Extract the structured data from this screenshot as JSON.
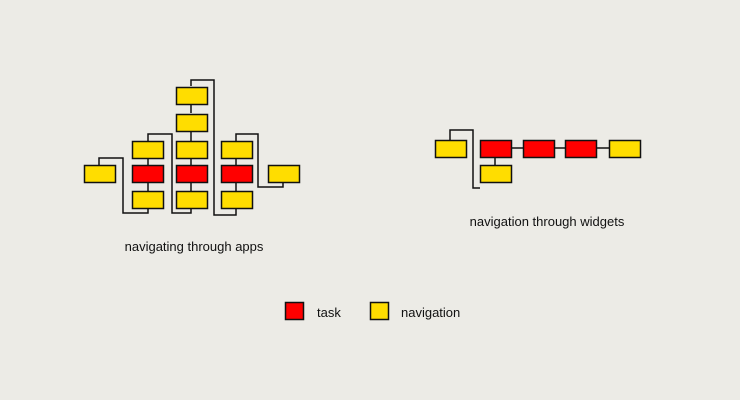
{
  "colors": {
    "background": "#ecebe6",
    "task": "#ff0000",
    "navigation": "#ffdd00",
    "stroke": "#111111"
  },
  "captions": {
    "apps": "navigating through apps",
    "widgets": "navigation through widgets"
  },
  "legend": {
    "task_label": "task",
    "navigation_label": "navigation"
  },
  "diagrams": {
    "apps": {
      "node_types": [
        "navigation",
        "navigation",
        "navigation",
        "navigation",
        "task",
        "navigation",
        "navigation",
        "task",
        "navigation",
        "navigation",
        "navigation",
        "navigation",
        "task",
        "navigation",
        "navigation"
      ]
    },
    "widgets": {
      "node_types": [
        "navigation",
        "task",
        "navigation",
        "task",
        "task",
        "navigation"
      ]
    }
  }
}
